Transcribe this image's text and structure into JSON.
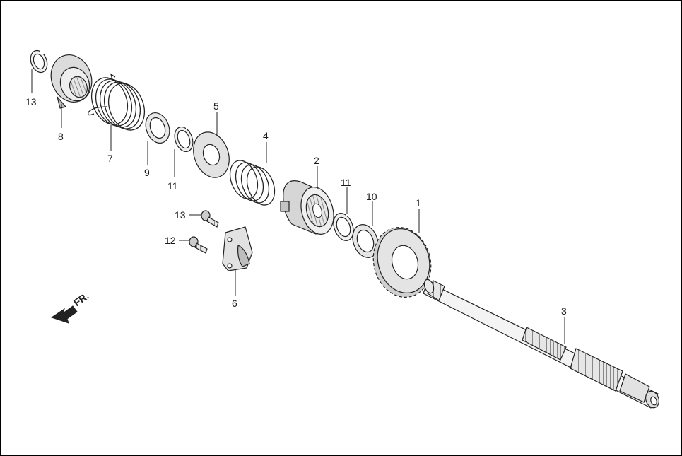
{
  "diagram": {
    "direction_label": "FR.",
    "callouts": [
      {
        "id": "c1",
        "text": "1"
      },
      {
        "id": "c2",
        "text": "2"
      },
      {
        "id": "c3",
        "text": "3"
      },
      {
        "id": "c4",
        "text": "4"
      },
      {
        "id": "c5",
        "text": "5"
      },
      {
        "id": "c6",
        "text": "6"
      },
      {
        "id": "c7",
        "text": "7"
      },
      {
        "id": "c8",
        "text": "8"
      },
      {
        "id": "c9",
        "text": "9"
      },
      {
        "id": "c10",
        "text": "10"
      },
      {
        "id": "c11a",
        "text": "11"
      },
      {
        "id": "c11b",
        "text": "11"
      },
      {
        "id": "c12",
        "text": "12"
      },
      {
        "id": "c13a",
        "text": "13"
      },
      {
        "id": "c13b",
        "text": "13"
      }
    ]
  }
}
